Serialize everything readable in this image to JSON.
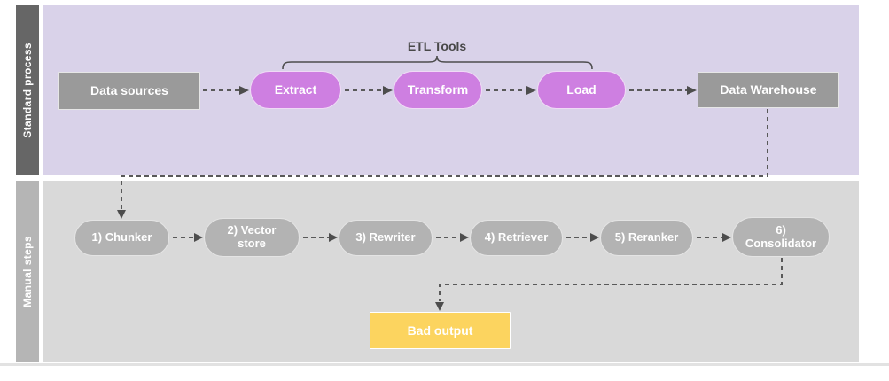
{
  "diagram": {
    "title_hint": "ETL pipeline vs manual RAG steps flow diagram",
    "lanes": [
      {
        "id": "standard-process",
        "label": "Standard process"
      },
      {
        "id": "manual-steps",
        "label": "Manual steps"
      }
    ],
    "bracket": {
      "label": "ETL Tools",
      "spans": [
        "Extract",
        "Transform",
        "Load"
      ]
    },
    "nodes": {
      "data_sources": {
        "label": "Data sources",
        "shape": "rectangle",
        "color": "#9a9a9a"
      },
      "extract": {
        "label": "Extract",
        "shape": "pill",
        "color": "#ce7fe1"
      },
      "transform": {
        "label": "Transform",
        "shape": "pill",
        "color": "#ce7fe1"
      },
      "load": {
        "label": "Load",
        "shape": "pill",
        "color": "#ce7fe1"
      },
      "data_warehouse": {
        "label": "Data Warehouse",
        "shape": "rectangle",
        "color": "#9a9a9a"
      },
      "chunker": {
        "label": "1) Chunker",
        "shape": "pill",
        "color": "#b3b3b3"
      },
      "vector_store": {
        "label": "2) Vector store",
        "shape": "pill",
        "color": "#b3b3b3"
      },
      "rewriter": {
        "label": "3) Rewriter",
        "shape": "pill",
        "color": "#b3b3b3"
      },
      "retriever": {
        "label": "4) Retriever",
        "shape": "pill",
        "color": "#b3b3b3"
      },
      "reranker": {
        "label": "5) Reranker",
        "shape": "pill",
        "color": "#b3b3b3"
      },
      "consolidator": {
        "label": "6) Consolidator",
        "shape": "pill",
        "color": "#b3b3b3"
      },
      "bad_output": {
        "label": "Bad output",
        "shape": "rectangle",
        "color": "#fcd45f"
      }
    },
    "edges": [
      {
        "from": "Data sources",
        "to": "Extract",
        "style": "dashed-arrow"
      },
      {
        "from": "Extract",
        "to": "Transform",
        "style": "dashed-arrow"
      },
      {
        "from": "Transform",
        "to": "Load",
        "style": "dashed-arrow"
      },
      {
        "from": "Load",
        "to": "Data Warehouse",
        "style": "dashed-arrow"
      },
      {
        "from": "Data Warehouse",
        "to": "1) Chunker",
        "style": "dashed-arrow-elbow"
      },
      {
        "from": "1) Chunker",
        "to": "2) Vector store",
        "style": "dashed-arrow"
      },
      {
        "from": "2) Vector store",
        "to": "3) Rewriter",
        "style": "dashed-arrow"
      },
      {
        "from": "3) Rewriter",
        "to": "4) Retriever",
        "style": "dashed-arrow"
      },
      {
        "from": "4) Retriever",
        "to": "5) Reranker",
        "style": "dashed-arrow"
      },
      {
        "from": "5) Reranker",
        "to": "6) Consolidator",
        "style": "dashed-arrow"
      },
      {
        "from": "6) Consolidator",
        "to": "Bad output",
        "style": "dashed-arrow-elbow"
      }
    ],
    "colors": {
      "lane_standard_bg": "#d9d2e9",
      "lane_standard_bar": "#666666",
      "lane_manual_bg": "#d9d9d9",
      "lane_manual_bar": "#b5b5b5",
      "pill_purple": "#ce7fe1",
      "gray_box": "#9a9a9a",
      "gray_pill": "#b3b3b3",
      "bad_output_yellow": "#fcd45f",
      "connector": "#595959",
      "bracket_text": "#484848"
    }
  }
}
